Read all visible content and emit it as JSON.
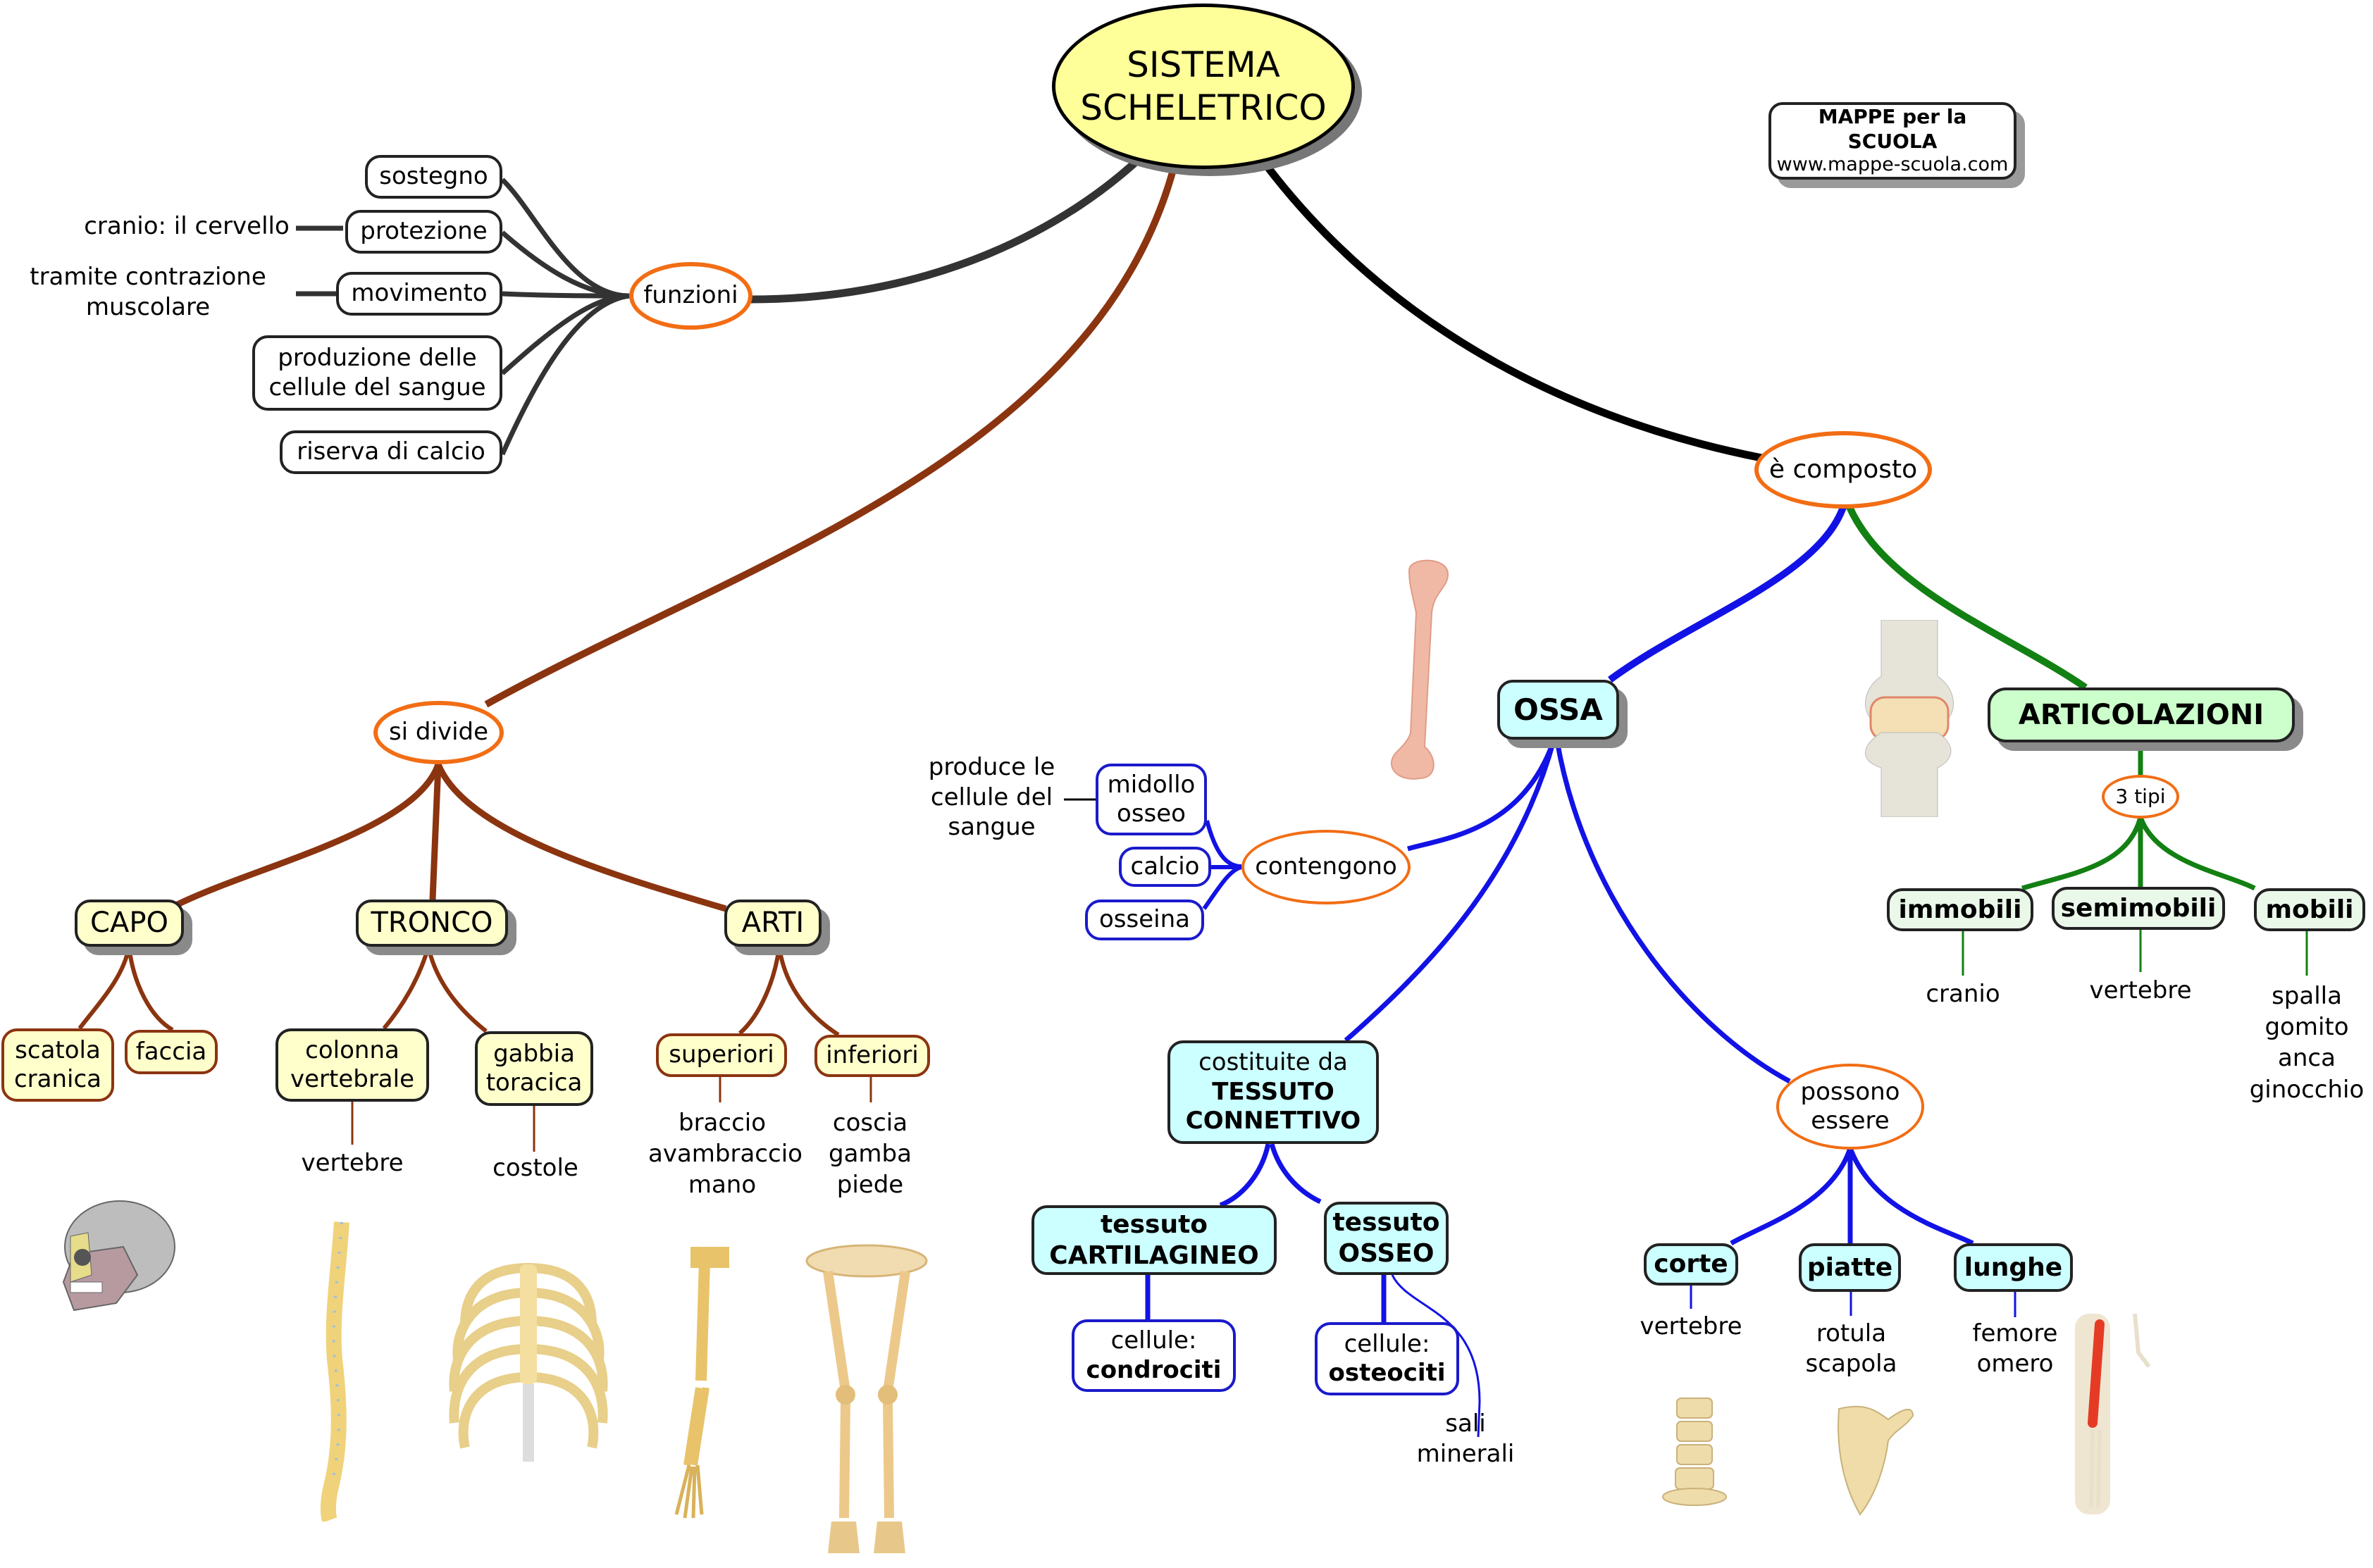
{
  "title": {
    "line1": "SISTEMA",
    "line2": "SCHELETRICO"
  },
  "logo": {
    "name": "MAPPE per la SCUOLA",
    "url": "www.mappe-scuola.com"
  },
  "colors": {
    "link_functions": "#333333",
    "link_divide": "#8b3410",
    "link_composto": "#000000",
    "link_ossa": "#1212e6",
    "link_articolazioni": "#128012",
    "ellipse_border": "#f26d14",
    "title_fill": "#ffff99",
    "yellow_fill": "#ffffcc",
    "cyan_fill": "#ccffff",
    "green_fill": "#ccffcc"
  },
  "funzioni": {
    "label": "funzioni",
    "items": [
      {
        "label": "sostegno"
      },
      {
        "label": "protezione",
        "note": "cranio: il cervello"
      },
      {
        "label": "movimento",
        "note_line1": "tramite contrazione",
        "note_line2": "muscolare"
      },
      {
        "label_line1": "produzione delle",
        "label_line2": "cellule del sangue"
      },
      {
        "label": "riserva di calcio"
      }
    ]
  },
  "si_divide": {
    "label": "si divide",
    "capo": {
      "label": "CAPO",
      "children": [
        {
          "line1": "scatola",
          "line2": "cranica"
        },
        {
          "label": "faccia"
        }
      ]
    },
    "tronco": {
      "label": "TRONCO",
      "children": [
        {
          "line1": "colonna",
          "line2": "vertebrale",
          "note": "vertebre"
        },
        {
          "line1": "gabbia",
          "line2": "toracica",
          "note": "costole"
        }
      ]
    },
    "arti": {
      "label": "ARTI",
      "children": [
        {
          "label": "superiori",
          "notes": [
            "braccio",
            "avambraccio",
            "mano"
          ]
        },
        {
          "label": "inferiori",
          "notes": [
            "coscia",
            "gamba",
            "piede"
          ]
        }
      ]
    },
    "images": [
      "skull-image",
      "spine-image",
      "ribcage-image",
      "arm-image",
      "legs-image"
    ]
  },
  "composto": {
    "label": "è composto",
    "ossa": {
      "label": "OSSA",
      "contengono": {
        "label": "contengono",
        "items": [
          {
            "line1": "midollo",
            "line2": "osseo",
            "note": [
              "produce le",
              "cellule del",
              "sangue"
            ]
          },
          {
            "label": "calcio"
          },
          {
            "label": "osseina"
          }
        ]
      },
      "connettivo": {
        "line1": "costituite da",
        "line2": "TESSUTO",
        "line3": "CONNETTIVO",
        "cartilagineo": {
          "line1": "tessuto",
          "line2": "CARTILAGINEO",
          "cells_label": "cellule:",
          "cells": "condrociti"
        },
        "osseo": {
          "line1": "tessuto",
          "line2": "OSSEO",
          "cells_label": "cellule:",
          "cells": "osteociti",
          "note_line1": "sali",
          "note_line2": "minerali"
        }
      },
      "possono": {
        "line1": "possono",
        "line2": "essere",
        "types": [
          {
            "label": "corte",
            "examples": [
              "vertebre"
            ]
          },
          {
            "label": "piatte",
            "examples": [
              "rotula",
              "scapola"
            ]
          },
          {
            "label": "lunghe",
            "examples": [
              "femore",
              "omero"
            ]
          }
        ]
      }
    },
    "articolazioni": {
      "label": "ARTICOLAZIONI",
      "tipi_label": "3 tipi",
      "types": [
        {
          "label": "immobili",
          "examples": [
            "cranio"
          ]
        },
        {
          "label": "semimobili",
          "examples": [
            "vertebre"
          ]
        },
        {
          "label": "mobili",
          "examples": [
            "spalla",
            "gomito",
            "anca",
            "ginocchio"
          ]
        }
      ]
    }
  }
}
